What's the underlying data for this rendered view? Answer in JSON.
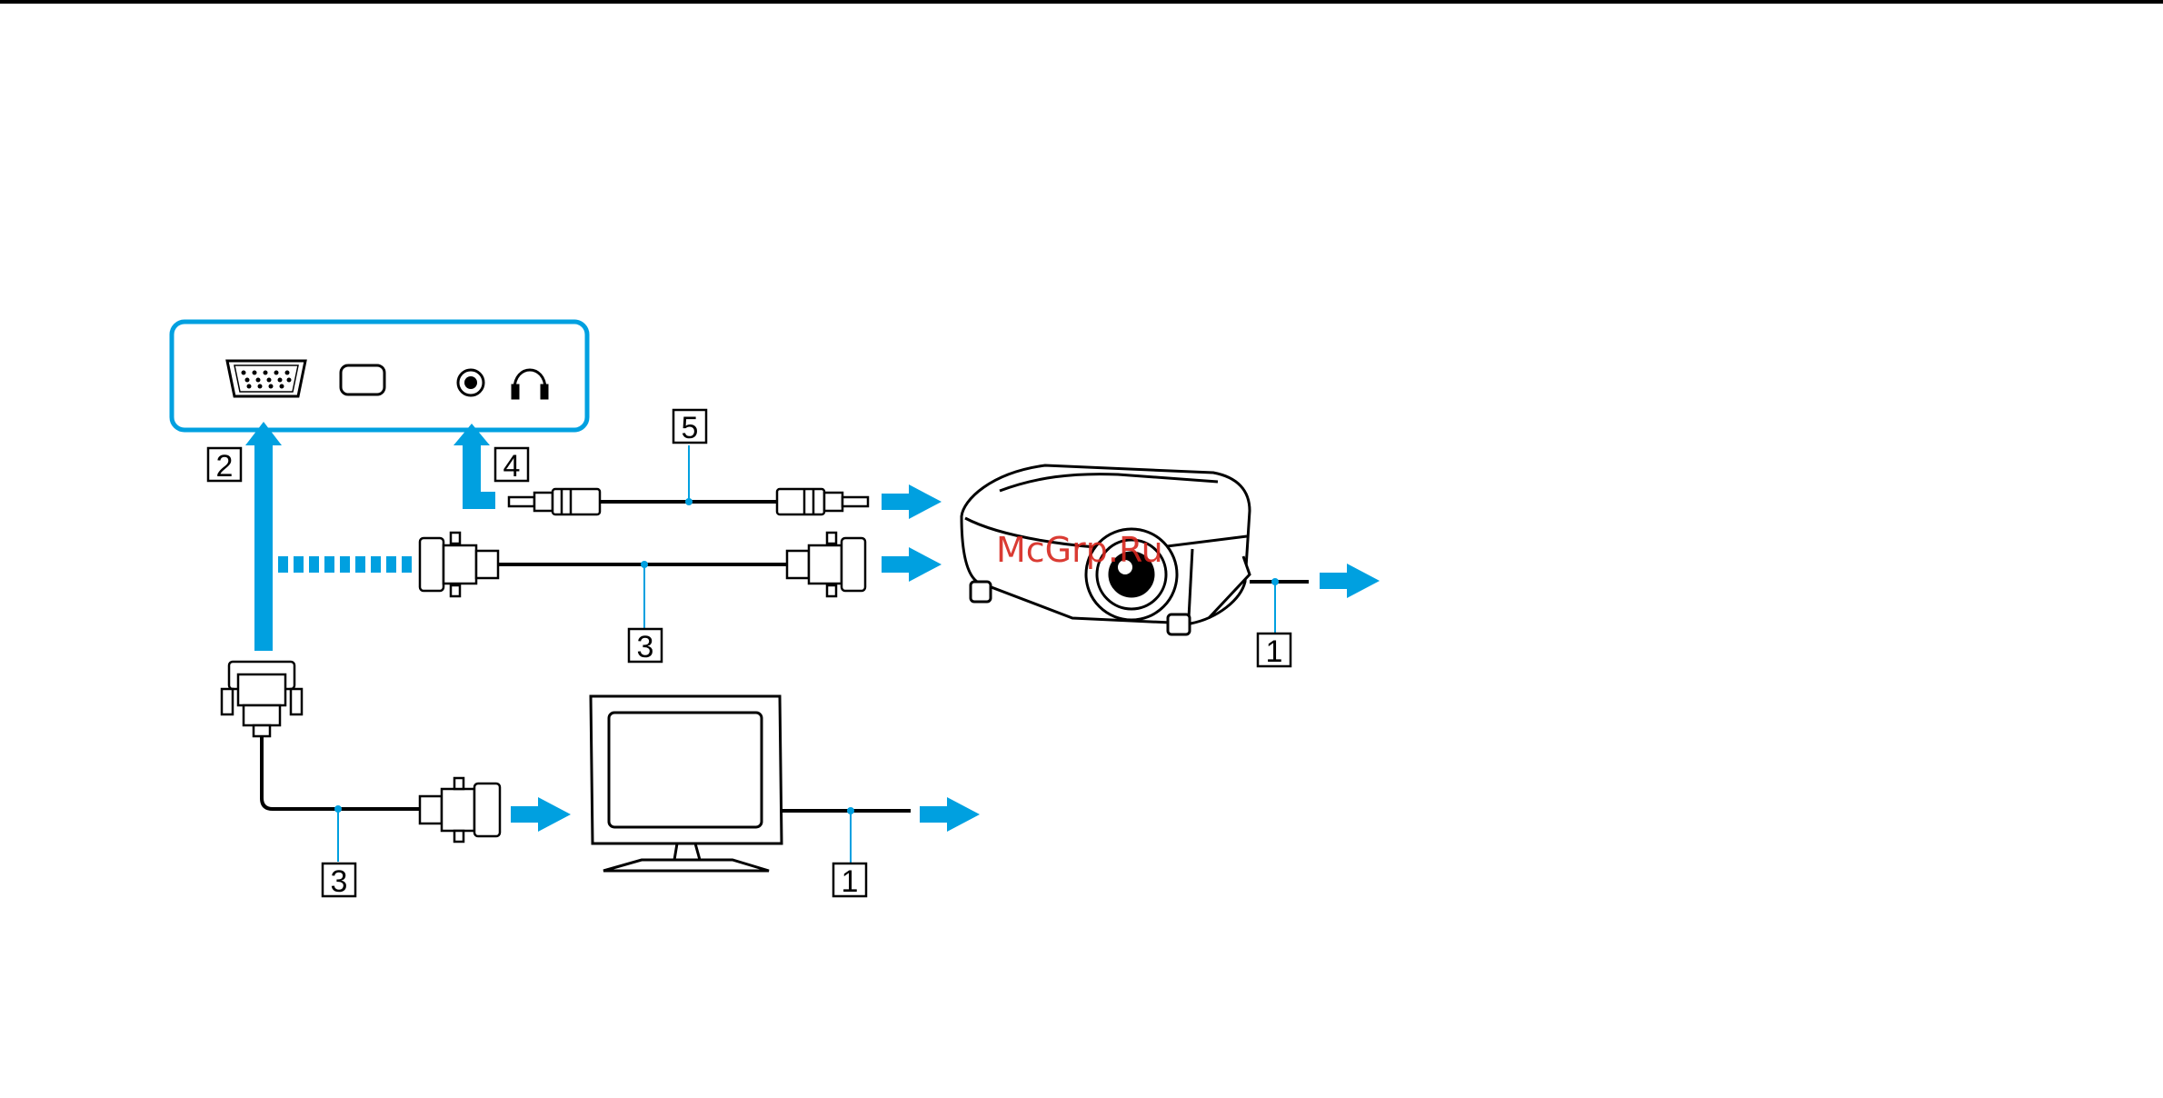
{
  "callouts": {
    "power_projector": "1",
    "power_monitor": "1",
    "monitor_port": "2",
    "display_cable_projector": "3",
    "display_cable_monitor": "3",
    "headphone_jack": "4",
    "audio_cable": "5"
  },
  "watermark": "McGrp.Ru",
  "colors": {
    "accent": "#00a0e0",
    "line": "#000000",
    "watermark": "#d7261e"
  },
  "icons": [
    "vga-port-icon",
    "hdmi-port-icon",
    "audio-jack-icon",
    "headphone-icon",
    "projector-icon",
    "monitor-icon",
    "vga-connector-icon",
    "audio-plug-icon",
    "arrow-right-icon"
  ]
}
